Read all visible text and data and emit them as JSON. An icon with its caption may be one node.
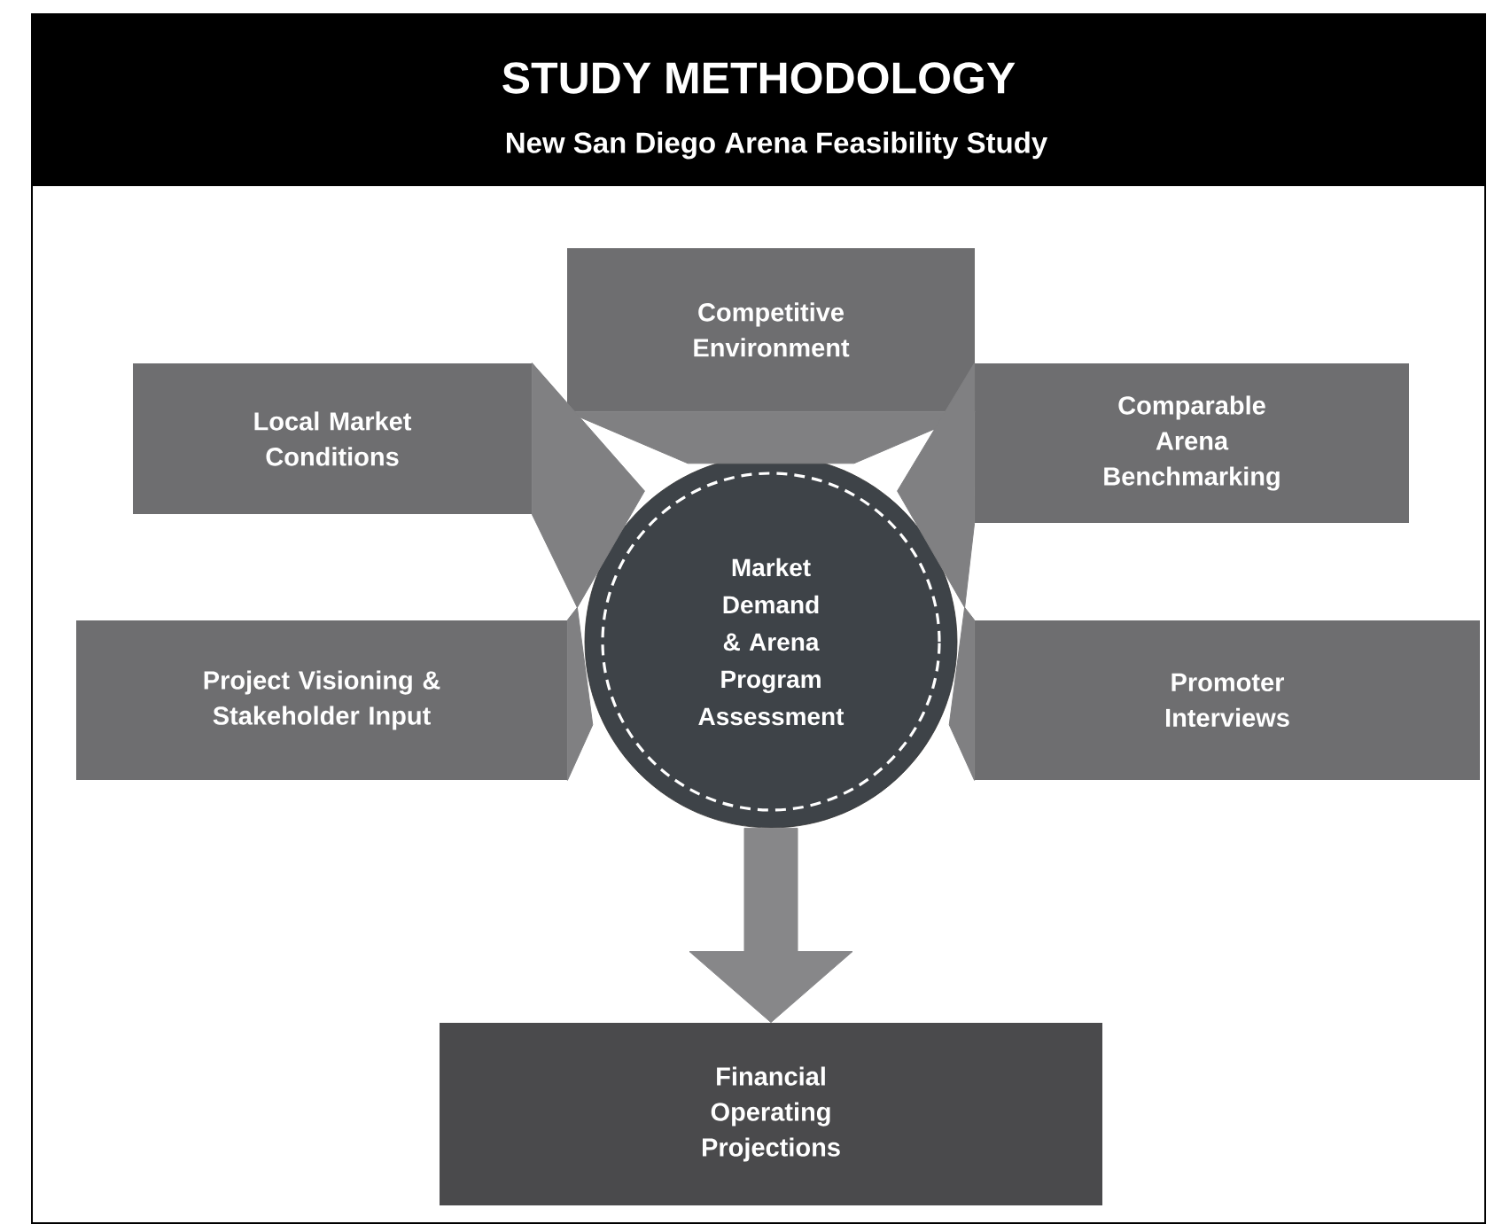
{
  "diagram": {
    "title": "STUDY METHODOLOGY",
    "nodes": [
      {
        "text": [
          "Competitive Environment"
        ]
      },
      {
        "text": [
          "Local Market Conditions"
        ]
      },
      {
        "text": [
          "Comparable Arena Benchmarking"
        ]
      },
      {
        "text": [
          "Project Visioning & Stakeholder Input"
        ]
      },
      {
        "text": [
          "Promoter Interviews"
        ]
      },
      {
        "text": [
          "Market Demand & Arena Program Assessment"
        ]
      },
      {
        "text": [
          "Financial Operating Projections"
        ]
      }
    ],
    "edges": [
      {
        "from": 0,
        "to": 5,
        "arrow": "none"
      },
      {
        "from": 1,
        "to": 5,
        "arrow": "none"
      },
      {
        "from": 2,
        "to": 5,
        "arrow": "none"
      },
      {
        "from": 3,
        "to": 5,
        "arrow": "none"
      },
      {
        "from": 4,
        "to": 5,
        "arrow": "none"
      },
      {
        "from": 5,
        "to": 6,
        "arrow": "to"
      }
    ],
    "labels": [
      "New San Diego Arena Feasibility Study"
    ]
  }
}
